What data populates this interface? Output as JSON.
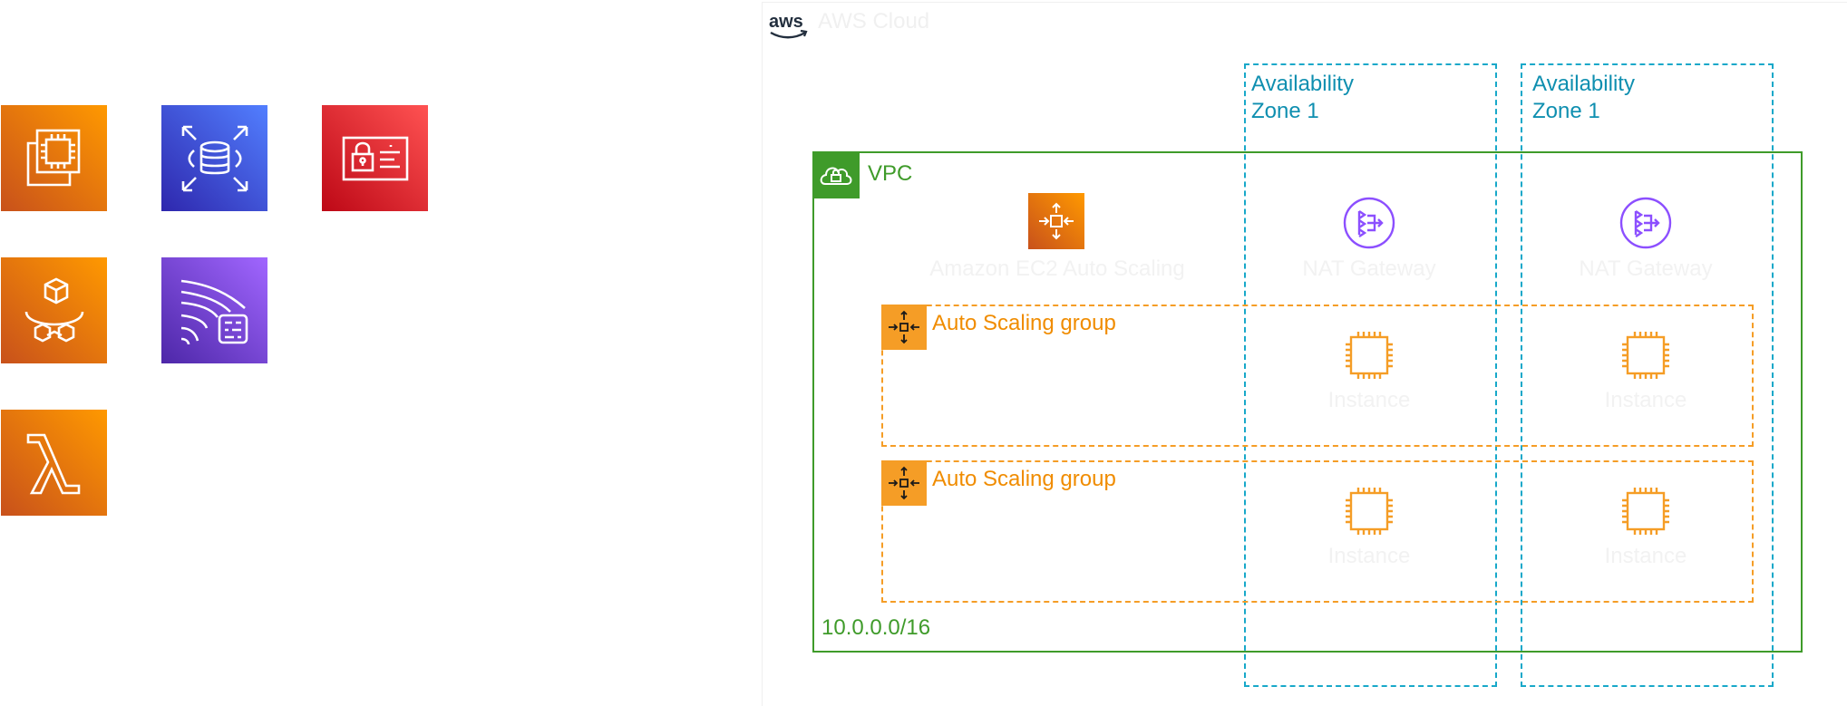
{
  "left_icons": [
    {
      "icon": "ec2-icon",
      "color": "#ed7100"
    },
    {
      "icon": "rds-icon",
      "color": "#3b48cc"
    },
    {
      "icon": "iam-identity-icon",
      "color": "#dd344c"
    },
    {
      "icon": "outposts-icon",
      "color": "#ed7100"
    },
    {
      "icon": "network-firewall-icon",
      "color": "#8c4fff"
    },
    {
      "icon": "lambda-icon",
      "color": "#ed7100"
    }
  ],
  "cloud": {
    "logo": "aws",
    "label": "AWS Cloud"
  },
  "vpc": {
    "label": "VPC",
    "cidr": "10.0.0.0/16",
    "color": "#3f9b2a"
  },
  "availability_zones": [
    {
      "label_line1": "Availability",
      "label_line2": "Zone 1"
    },
    {
      "label_line1": "Availability",
      "label_line2": "Zone 1"
    }
  ],
  "services": {
    "auto_scaling": "Amazon EC2 Auto Scaling",
    "nat_gateways": [
      "NAT Gateway",
      "NAT Gateway"
    ]
  },
  "auto_scaling_groups": [
    {
      "label": "Auto Scaling group",
      "instances": [
        "Instance",
        "Instance"
      ]
    },
    {
      "label": "Auto Scaling group",
      "instances": [
        "Instance",
        "Instance"
      ]
    }
  ],
  "colors": {
    "az": "#18a8c9",
    "asg": "#f59d26",
    "nat": "#8c4fff",
    "instance": "#f59d26"
  }
}
